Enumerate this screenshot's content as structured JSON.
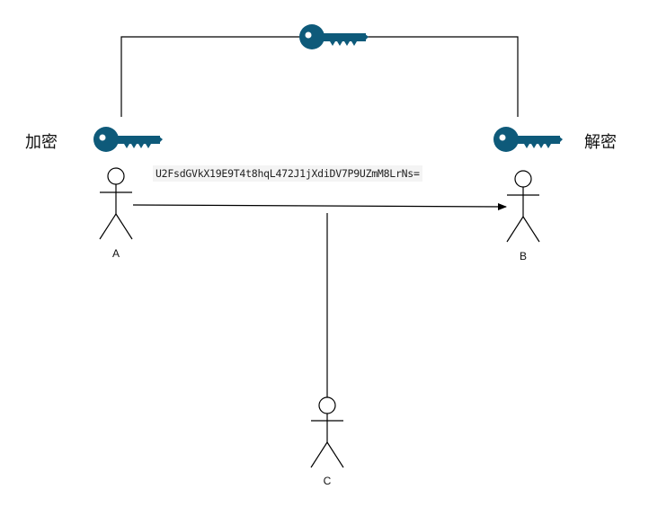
{
  "labels": {
    "encrypt": "加密",
    "decrypt": "解密"
  },
  "ciphertext": "U2FsdGVkX19E9T4t8hqL472J1jXdiDV7P9UZmM8LrNs=",
  "actors": {
    "a": "A",
    "b": "B",
    "c": "C"
  },
  "colors": {
    "key": "#0e5a7a",
    "line": "#000000"
  },
  "icons": {
    "shared_key": "key-icon",
    "encrypt_key": "key-icon",
    "decrypt_key": "key-icon"
  }
}
